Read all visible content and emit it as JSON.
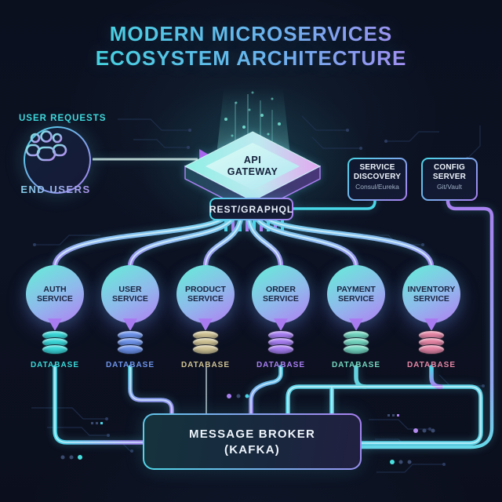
{
  "title": {
    "line1": "MODERN MICROSERVICES",
    "line2": "ECOSYSTEM ARCHITECTURE"
  },
  "users": {
    "requests_label": "USER REQUESTS",
    "end_users_label": "END USERS"
  },
  "gateway": {
    "label": "API GATEWAY",
    "protocol_label": "REST/GRAPHQL"
  },
  "infra": {
    "service_discovery": {
      "title": "SERVICE DISCOVERY",
      "subtitle": "Consul/Eureka"
    },
    "config_server": {
      "title": "CONFIG SERVER",
      "subtitle": "Git/Vault"
    }
  },
  "services": [
    {
      "label": "AUTH SERVICE",
      "db_label": "DATABASE",
      "db_color": "#3bd8d8"
    },
    {
      "label": "USER SERVICE",
      "db_label": "DATABASE",
      "db_color": "#6e93ea"
    },
    {
      "label": "PRODUCT SERVICE",
      "db_label": "DATABASE",
      "db_color": "#cfc294"
    },
    {
      "label": "ORDER SERVICE",
      "db_label": "DATABASE",
      "db_color": "#a77ef0"
    },
    {
      "label": "PAYMENT SERVICE",
      "db_label": "DATABASE",
      "db_color": "#74d6bf"
    },
    {
      "label": "INVENTORY SERVICE",
      "db_label": "DATABASE",
      "db_color": "#e585a4"
    }
  ],
  "broker": {
    "line1": "MESSAGE BROKER",
    "line2": "(KAFKA)"
  },
  "theme": {
    "background": "#0c1120",
    "cyan_accent": "#49d7e8",
    "purple_accent": "#a97ff0",
    "title_gradient_start": "#3fd9dd",
    "title_gradient_end": "#ba7ff2",
    "node_gradient_start": "#68ead9",
    "node_gradient_end": "#b27ef2",
    "dark_text": "#1b2440",
    "light_text": "#eef4fb"
  }
}
